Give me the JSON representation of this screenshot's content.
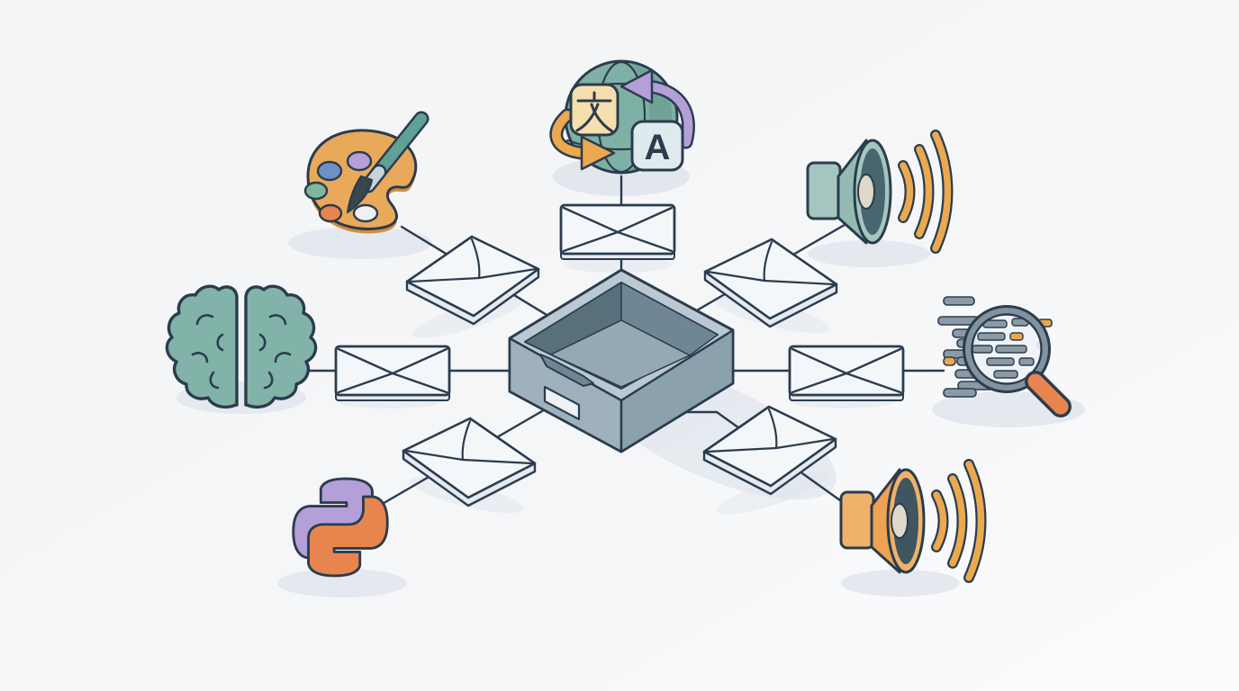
{
  "illustration": {
    "kind": "hub-and-spoke diagram",
    "description_nodes": [
      {
        "id": "translation-globe-icon",
        "position": "top",
        "meaning": "language translation"
      },
      {
        "id": "paint-palette-icon",
        "position": "top-left",
        "meaning": "image / art generation"
      },
      {
        "id": "brain-icon",
        "position": "left",
        "meaning": "intelligence / reasoning"
      },
      {
        "id": "python-logo-icon",
        "position": "bottom-left",
        "meaning": "code"
      },
      {
        "id": "speaker-teal-icon",
        "position": "top-right",
        "meaning": "audio output"
      },
      {
        "id": "code-search-icon",
        "position": "right",
        "meaning": "text search"
      },
      {
        "id": "speaker-orange-icon",
        "position": "bottom-right",
        "meaning": "audio output"
      },
      {
        "id": "inbox-tray",
        "position": "center",
        "meaning": "central message inbox"
      }
    ],
    "connections": [
      {
        "from": "translation-globe-icon",
        "via": "envelope-top",
        "to": "inbox-tray"
      },
      {
        "from": "paint-palette-icon",
        "via": "envelope-top-left",
        "to": "inbox-tray"
      },
      {
        "from": "brain-icon",
        "via": "envelope-left",
        "to": "inbox-tray"
      },
      {
        "from": "python-logo-icon",
        "via": "envelope-bottom-left",
        "to": "inbox-tray"
      },
      {
        "from": "speaker-teal-icon",
        "via": "envelope-top-right",
        "to": "inbox-tray"
      },
      {
        "from": "code-search-icon",
        "via": "envelope-right",
        "to": "inbox-tray"
      },
      {
        "from": "speaker-orange-icon",
        "via": "envelope-bottom-right",
        "to": "inbox-tray"
      }
    ]
  },
  "labels": {
    "translate_source_char": "文",
    "translate_target_char": "A"
  },
  "colors": {
    "ink": "#2b3c4e",
    "background_top": "#f2f4f6",
    "background_mid": "#f5f6f8",
    "background_bottom": "#fcfcfd",
    "shadow": "#e0e5ec",
    "envelope_fill": "#f4f7f9",
    "envelope_edge": "#e4eaef",
    "tray_rim": "#bac8d1",
    "tray_face_left": "#9fb2bc",
    "tray_face_right": "#8ba1ae",
    "tray_wall_dark": "#586f7c",
    "tray_wall_mid": "#6f8795",
    "tray_wall_near": "#8ca0ac",
    "tray_floor": "#95a9b4",
    "slot_light": "#edf1f4",
    "globe_teal": "#7fb0a6",
    "globe_teal_dark": "#68998d",
    "brain_teal": "#82b3a8",
    "speaker_teal_light": "#a4c6bf",
    "speaker_teal_mid": "#93bbb2",
    "horn_dark": "#49656f",
    "horn_dark2": "#3f5560",
    "dome_cream": "#ded9cb",
    "cream": "#f5dfae",
    "light_blue_tile": "#dfeaef",
    "purple": "#b49fd9",
    "orange": "#e8854e",
    "amber": "#eaa84f",
    "speaker_orange_light": "#f0b269",
    "speaker_orange_mid": "#eda254",
    "blue_well": "#6f8fc9",
    "green_well": "#7db89a",
    "palette_body": "#e9a95a",
    "palette_edge": "#cf8f3e",
    "brush_teal": "#5fa195",
    "ferrule": "#c9d3d8",
    "bristle": "#37474f",
    "lens_rim": "#81939f",
    "bar_gray": "#8b9aa6",
    "glass": "#eef3f7"
  }
}
